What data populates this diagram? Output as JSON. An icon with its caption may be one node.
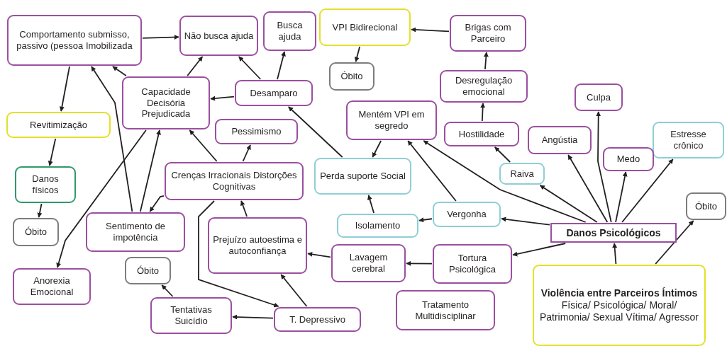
{
  "diagram": {
    "nodes": [
      {
        "text": [
          "Comportamento submisso, passivo (pessoa Imobilizada"
        ]
      },
      {
        "text": [
          "Não busca ajuda"
        ]
      },
      {
        "text": [
          "Busca ajuda"
        ]
      },
      {
        "text": [
          "VPI Bidirecional"
        ]
      },
      {
        "text": [
          "Brigas com Parceiro"
        ]
      },
      {
        "text": [
          "Óbito"
        ]
      },
      {
        "text": [
          "Capacidade Decisória Prejudicada"
        ]
      },
      {
        "text": [
          "Desamparo"
        ]
      },
      {
        "text": [
          "Desregulação emocional"
        ]
      },
      {
        "text": [
          "Revitimização"
        ]
      },
      {
        "text": [
          "Mentém VPI em segredo"
        ]
      },
      {
        "text": [
          "Culpa"
        ]
      },
      {
        "text": [
          "Pessimismo"
        ]
      },
      {
        "text": [
          "Hostilidade"
        ]
      },
      {
        "text": [
          "Angústia"
        ]
      },
      {
        "text": [
          "Estresse crônico"
        ]
      },
      {
        "text": [
          "Medo"
        ]
      },
      {
        "text": [
          "Perda suporte Social"
        ]
      },
      {
        "text": [
          "Crenças Irracionais Distorções Cognitivas"
        ]
      },
      {
        "text": [
          "Danos físicos"
        ]
      },
      {
        "text": [
          "Raiva"
        ]
      },
      {
        "text": [
          "Óbito"
        ]
      },
      {
        "text": [
          "Óbito"
        ]
      },
      {
        "text": [
          "Sentimento de impotência"
        ]
      },
      {
        "text": [
          "Isolamento"
        ]
      },
      {
        "text": [
          "Vergonha"
        ]
      },
      {
        "text": [
          "Danos Psicológicos"
        ]
      },
      {
        "text": [
          "Prejuízo autoestima e autoconfiança"
        ]
      },
      {
        "text": [
          "Lavagem cerebral"
        ]
      },
      {
        "text": [
          "Tortura Psicológica"
        ]
      },
      {
        "text": [
          "Óbito"
        ]
      },
      {
        "text": [
          "Anorexia Emocional"
        ]
      },
      {
        "text": [
          "Tentativas Suicídio"
        ]
      },
      {
        "text": [
          "T. Depressivo"
        ]
      },
      {
        "text": [
          "Tratamento Multidisciplinar"
        ]
      },
      {
        "text": [
          "Violência entre Parceiros Íntimos",
          "Física/ Psicológica/ Moral/ Patrimonia/ Sexual Vítima/ Agressor"
        ]
      }
    ],
    "edges": [
      {
        "from": 0,
        "to": 1,
        "arrow": "to"
      },
      {
        "from": 0,
        "to": 9,
        "arrow": "to"
      },
      {
        "from": 9,
        "to": 19,
        "arrow": "to"
      },
      {
        "from": 19,
        "to": 22,
        "arrow": "to"
      },
      {
        "from": 6,
        "to": 0,
        "arrow": "to"
      },
      {
        "from": 6,
        "to": 1,
        "arrow": "to"
      },
      {
        "from": 7,
        "to": 6,
        "arrow": "to"
      },
      {
        "from": 7,
        "to": 1,
        "arrow": "to"
      },
      {
        "from": 7,
        "to": 2,
        "arrow": "to"
      },
      {
        "from": 17,
        "to": 7,
        "arrow": "to"
      },
      {
        "from": 4,
        "to": 3,
        "arrow": "to"
      },
      {
        "from": 3,
        "to": 5,
        "arrow": "to"
      },
      {
        "from": 8,
        "to": 4,
        "arrow": "to"
      },
      {
        "from": 13,
        "to": 8,
        "arrow": "to"
      },
      {
        "from": 20,
        "to": 13,
        "arrow": "to"
      },
      {
        "from": 10,
        "to": 17,
        "arrow": "to"
      },
      {
        "from": 26,
        "to": 10,
        "arrow": "to"
      },
      {
        "from": 25,
        "to": 10,
        "arrow": "to"
      },
      {
        "from": 26,
        "to": 20,
        "arrow": "to"
      },
      {
        "from": 26,
        "to": 14,
        "arrow": "to"
      },
      {
        "from": 26,
        "to": 11,
        "arrow": "to"
      },
      {
        "from": 26,
        "to": 16,
        "arrow": "to"
      },
      {
        "from": 26,
        "to": 15,
        "arrow": "to"
      },
      {
        "from": 26,
        "to": 25,
        "arrow": "to"
      },
      {
        "from": 26,
        "to": 29,
        "arrow": "to"
      },
      {
        "from": 35,
        "to": 26,
        "arrow": "to"
      },
      {
        "from": 35,
        "to": 21,
        "arrow": "to"
      },
      {
        "from": 25,
        "to": 24,
        "arrow": "to"
      },
      {
        "from": 24,
        "to": 17,
        "arrow": "to"
      },
      {
        "from": 29,
        "to": 28,
        "arrow": "to"
      },
      {
        "from": 28,
        "to": 27,
        "arrow": "to"
      },
      {
        "from": 33,
        "to": 27,
        "arrow": "to"
      },
      {
        "from": 27,
        "to": 18,
        "arrow": "to"
      },
      {
        "from": 18,
        "to": 12,
        "arrow": "to"
      },
      {
        "from": 18,
        "to": 6,
        "arrow": "to"
      },
      {
        "from": 18,
        "to": 23,
        "arrow": "to"
      },
      {
        "from": 18,
        "to": 33,
        "arrow": "to"
      },
      {
        "from": 23,
        "to": 6,
        "arrow": "to"
      },
      {
        "from": 23,
        "to": 0,
        "arrow": "to"
      },
      {
        "from": 6,
        "to": 31,
        "arrow": "to"
      },
      {
        "from": 33,
        "to": 32,
        "arrow": "to"
      },
      {
        "from": 32,
        "to": 30,
        "arrow": "to"
      }
    ]
  }
}
